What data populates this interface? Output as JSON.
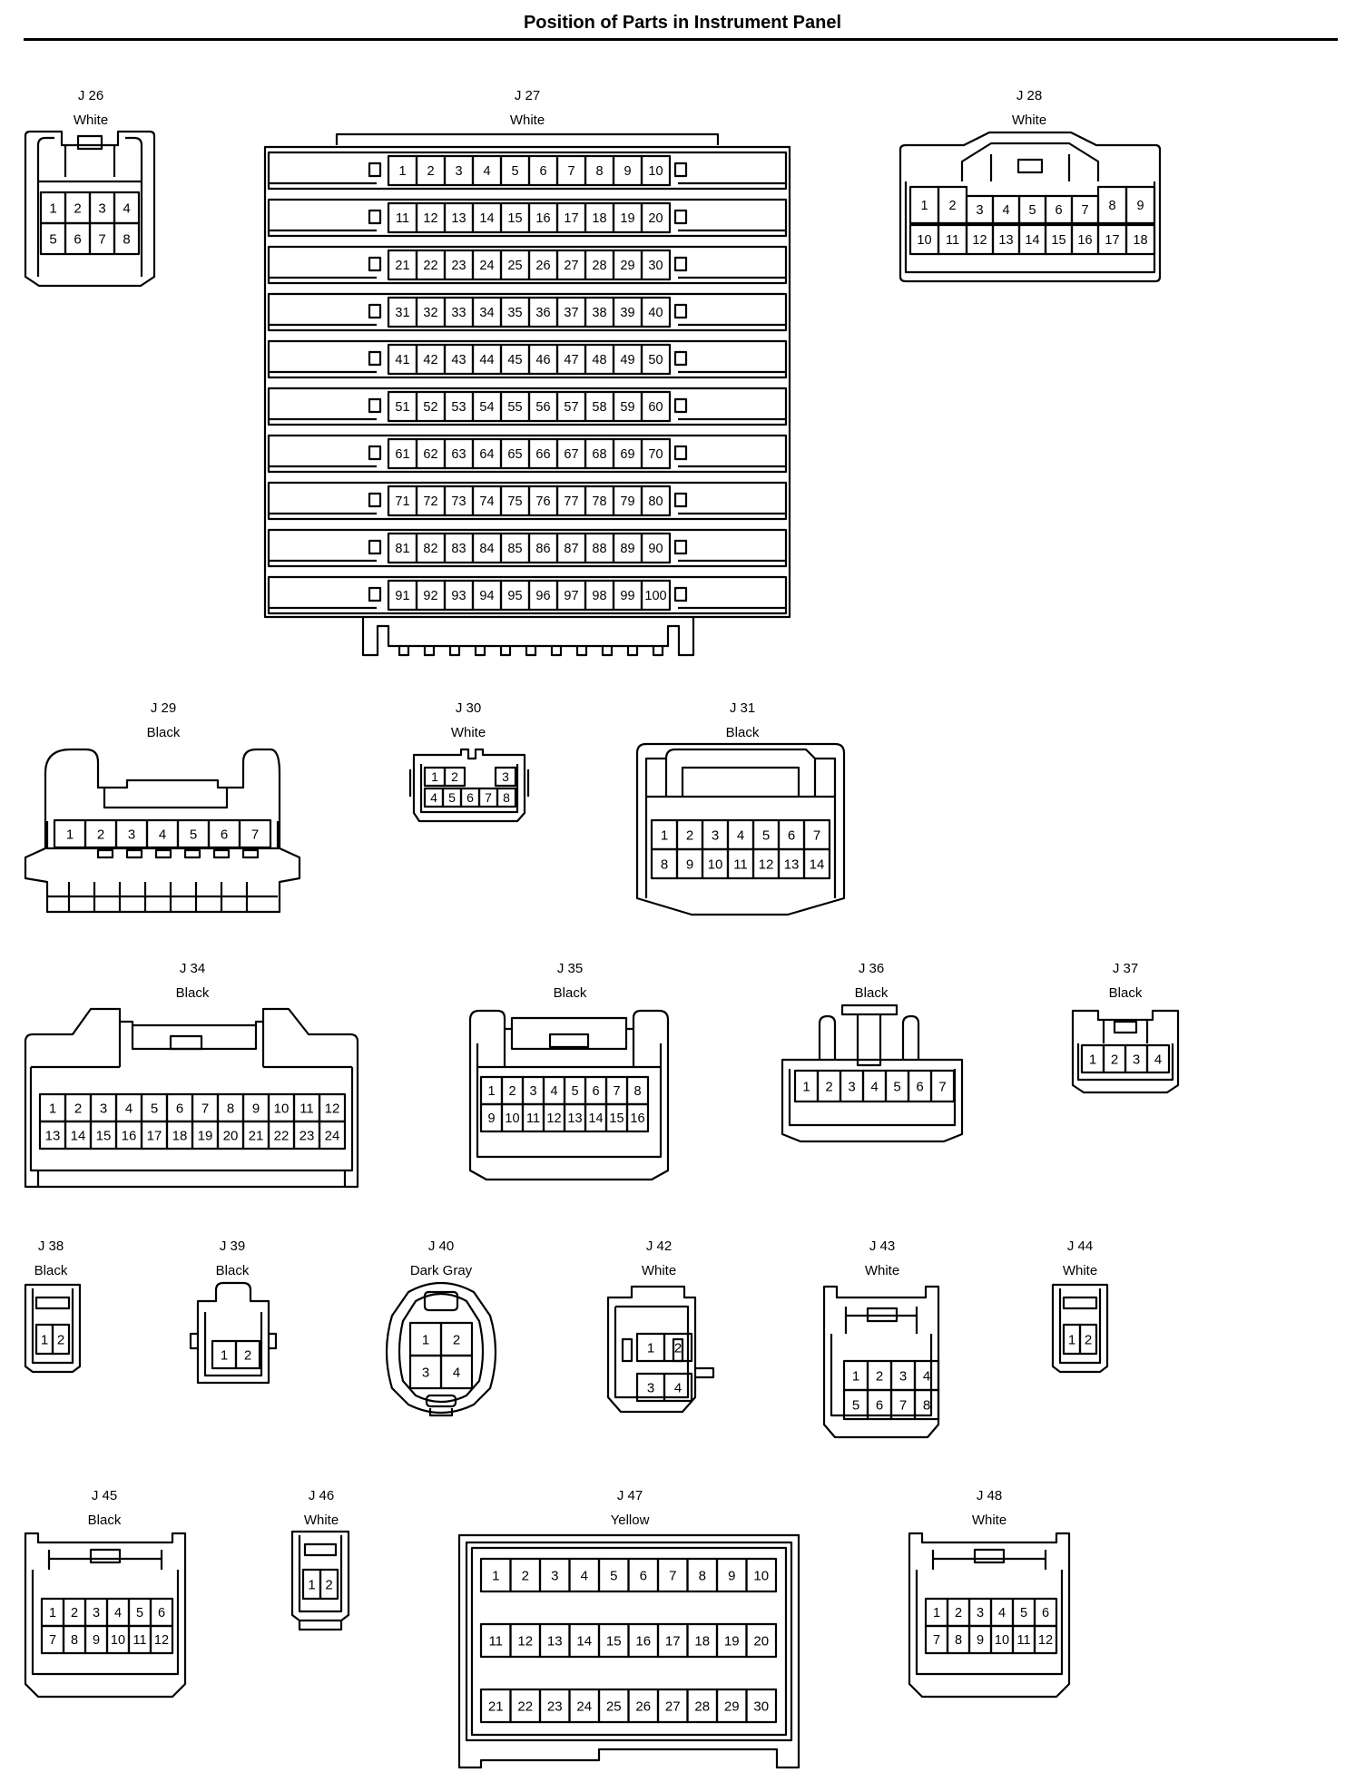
{
  "title": "Position of Parts in Instrument Panel",
  "connectors": [
    {
      "id": "J 26",
      "color": "White",
      "pins": [
        [
          "1",
          "2",
          "3",
          "4"
        ],
        [
          "5",
          "6",
          "7",
          "8"
        ]
      ]
    },
    {
      "id": "J 27",
      "color": "White",
      "pins": [
        [
          "1",
          "2",
          "3",
          "4",
          "5",
          "6",
          "7",
          "8",
          "9",
          "10"
        ],
        [
          "11",
          "12",
          "13",
          "14",
          "15",
          "16",
          "17",
          "18",
          "19",
          "20"
        ],
        [
          "21",
          "22",
          "23",
          "24",
          "25",
          "26",
          "27",
          "28",
          "29",
          "30"
        ],
        [
          "31",
          "32",
          "33",
          "34",
          "35",
          "36",
          "37",
          "38",
          "39",
          "40"
        ],
        [
          "41",
          "42",
          "43",
          "44",
          "45",
          "46",
          "47",
          "48",
          "49",
          "50"
        ],
        [
          "51",
          "52",
          "53",
          "54",
          "55",
          "56",
          "57",
          "58",
          "59",
          "60"
        ],
        [
          "61",
          "62",
          "63",
          "64",
          "65",
          "66",
          "67",
          "68",
          "69",
          "70"
        ],
        [
          "71",
          "72",
          "73",
          "74",
          "75",
          "76",
          "77",
          "78",
          "79",
          "80"
        ],
        [
          "81",
          "82",
          "83",
          "84",
          "85",
          "86",
          "87",
          "88",
          "89",
          "90"
        ],
        [
          "91",
          "92",
          "93",
          "94",
          "95",
          "96",
          "97",
          "98",
          "99",
          "100"
        ]
      ]
    },
    {
      "id": "J 28",
      "color": "White",
      "pins": [
        [
          "1",
          "2",
          "3",
          "4",
          "5",
          "6",
          "7",
          "8",
          "9"
        ],
        [
          "10",
          "11",
          "12",
          "13",
          "14",
          "15",
          "16",
          "17",
          "18"
        ]
      ]
    },
    {
      "id": "J 29",
      "color": "Black",
      "pins": [
        [
          "1",
          "2",
          "3",
          "4",
          "5",
          "6",
          "7"
        ]
      ]
    },
    {
      "id": "J 30",
      "color": "White",
      "pins": [
        [
          "1",
          "2",
          "",
          "3"
        ],
        [
          "4",
          "5",
          "6",
          "7",
          "8"
        ]
      ]
    },
    {
      "id": "J 31",
      "color": "Black",
      "pins": [
        [
          "1",
          "2",
          "3",
          "4",
          "5",
          "6",
          "7"
        ],
        [
          "8",
          "9",
          "10",
          "11",
          "12",
          "13",
          "14"
        ]
      ]
    },
    {
      "id": "J 34",
      "color": "Black",
      "pins": [
        [
          "1",
          "2",
          "3",
          "4",
          "5",
          "6",
          "7",
          "8",
          "9",
          "10",
          "11",
          "12"
        ],
        [
          "13",
          "14",
          "15",
          "16",
          "17",
          "18",
          "19",
          "20",
          "21",
          "22",
          "23",
          "24"
        ]
      ]
    },
    {
      "id": "J 35",
      "color": "Black",
      "pins": [
        [
          "1",
          "2",
          "3",
          "4",
          "5",
          "6",
          "7",
          "8"
        ],
        [
          "9",
          "10",
          "11",
          "12",
          "13",
          "14",
          "15",
          "16"
        ]
      ]
    },
    {
      "id": "J 36",
      "color": "Black",
      "pins": [
        [
          "1",
          "2",
          "3",
          "4",
          "5",
          "6",
          "7"
        ]
      ]
    },
    {
      "id": "J 37",
      "color": "Black",
      "pins": [
        [
          "1",
          "2",
          "3",
          "4"
        ]
      ]
    },
    {
      "id": "J 38",
      "color": "Black",
      "pins": [
        [
          "1",
          "2"
        ]
      ]
    },
    {
      "id": "J 39",
      "color": "Black",
      "pins": [
        [
          "1",
          "2"
        ]
      ]
    },
    {
      "id": "J 40",
      "color": "Dark Gray",
      "pins": [
        [
          "1",
          "2"
        ],
        [
          "3",
          "4"
        ]
      ]
    },
    {
      "id": "J 42",
      "color": "White",
      "pins": [
        [
          "1",
          "2"
        ],
        [
          "3",
          "4"
        ]
      ]
    },
    {
      "id": "J 43",
      "color": "White",
      "pins": [
        [
          "1",
          "2",
          "3",
          "4"
        ],
        [
          "5",
          "6",
          "7",
          "8"
        ]
      ]
    },
    {
      "id": "J 44",
      "color": "White",
      "pins": [
        [
          "1",
          "2"
        ]
      ]
    },
    {
      "id": "J 45",
      "color": "Black",
      "pins": [
        [
          "1",
          "2",
          "3",
          "4",
          "5",
          "6"
        ],
        [
          "7",
          "8",
          "9",
          "10",
          "11",
          "12"
        ]
      ]
    },
    {
      "id": "J 46",
      "color": "White",
      "pins": [
        [
          "1",
          "2"
        ]
      ]
    },
    {
      "id": "J 47",
      "color": "Yellow",
      "pins": [
        [
          "1",
          "2",
          "3",
          "4",
          "5",
          "6",
          "7",
          "8",
          "9",
          "10"
        ],
        [
          "11",
          "12",
          "13",
          "14",
          "15",
          "16",
          "17",
          "18",
          "19",
          "20"
        ],
        [
          "21",
          "22",
          "23",
          "24",
          "25",
          "26",
          "27",
          "28",
          "29",
          "30"
        ]
      ]
    },
    {
      "id": "J 48",
      "color": "White",
      "pins": [
        [
          "1",
          "2",
          "3",
          "4",
          "5",
          "6"
        ],
        [
          "7",
          "8",
          "9",
          "10",
          "11",
          "12"
        ]
      ]
    }
  ]
}
